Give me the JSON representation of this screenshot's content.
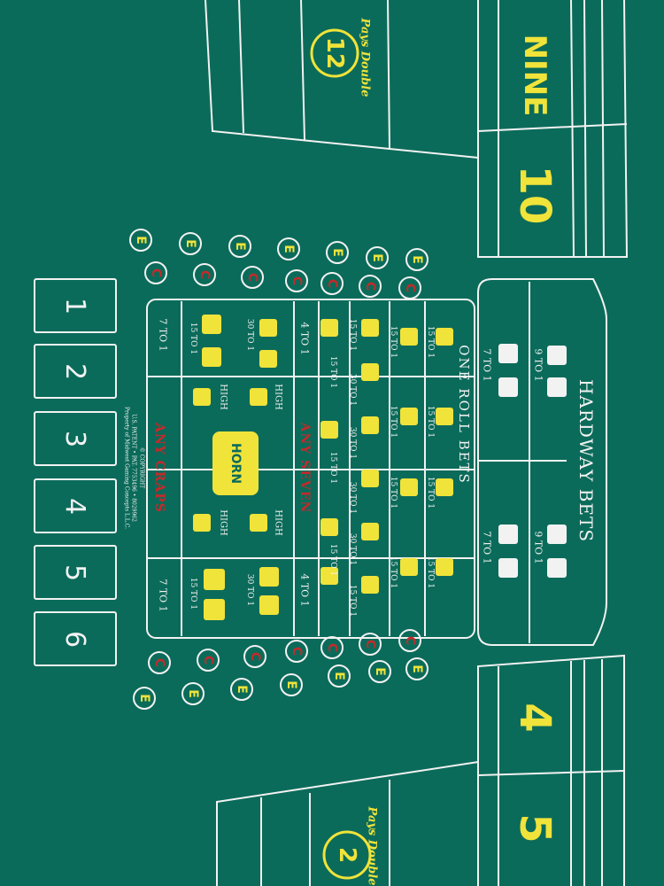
{
  "place_numbers": {
    "four": "4",
    "five": "5",
    "nine": "NINE",
    "ten": "10"
  },
  "field": {
    "twelve": "12",
    "two": "2",
    "pays_double": "Pays Double"
  },
  "hardway": {
    "title": "HARDWAY BETS",
    "left_top": "9 TO 1",
    "left_bottom": "7 TO 1",
    "right_top": "9 TO 1",
    "right_bottom": "7 TO 1"
  },
  "one_roll": {
    "title": "ONE ROLL BETS",
    "any_seven": "ANY SEVEN",
    "any_craps": "ANY CRAPS",
    "horn": "HORN",
    "high": "HIGH",
    "pay_7to1": "7 TO 1",
    "pay_4to1": "4 TO 1",
    "pay_15to1": "15 TO 1",
    "pay_30to1": "30 TO 1",
    "copyright_1": "© COPYRIGHT",
    "copyright_2": "U.S. PATENT • PAT. 7753496 • 8029962",
    "copyright_3": "Property of Midwest Gaming Concepts L.L.C."
  },
  "ce_bets": {
    "c": "C",
    "e": "E"
  },
  "number_boxes": [
    "1",
    "2",
    "3",
    "4",
    "5",
    "6"
  ],
  "colors": {
    "felt": "#0b6b5a",
    "line": "#f2f2f2",
    "yellow": "#f0e33a",
    "red": "#c42a2a"
  }
}
